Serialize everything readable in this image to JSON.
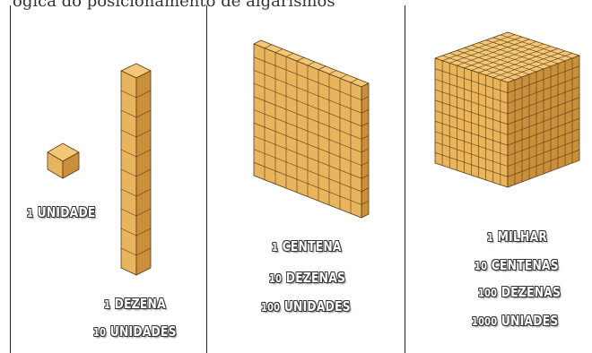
{
  "top_text": "ógica do posicionamento de algarismos",
  "colors": {
    "face": "#e8b55e",
    "face_light": "#f2c878",
    "face_dark": "#c98f3a",
    "grid": "#5a3a16"
  },
  "labels": {
    "unidade": {
      "num": "1",
      "word": "UNIDADE"
    },
    "dezena": [
      {
        "num": "1",
        "word": "DEZENA"
      },
      {
        "num": "10",
        "word": "UNIDADES"
      }
    ],
    "centena": [
      {
        "num": "1",
        "word": "CENTENA"
      },
      {
        "num": "10",
        "word": "DEZENAS"
      },
      {
        "num": "100",
        "word": "UNIDADES"
      }
    ],
    "milhar": [
      {
        "num": "1",
        "word": "MILHAR"
      },
      {
        "num": "10",
        "word": "CENTENAS"
      },
      {
        "num": "100",
        "word": "DEZENAS"
      },
      {
        "num": "1000",
        "word": "UNIADES"
      }
    ]
  }
}
